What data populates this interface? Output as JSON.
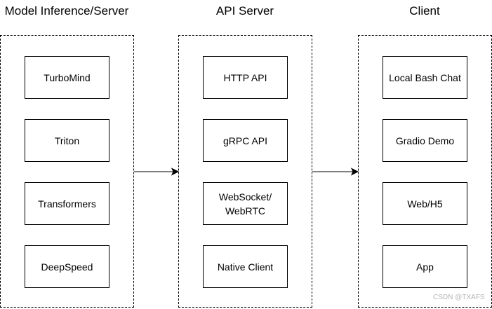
{
  "columns": [
    {
      "title": "Model Inference/Server",
      "items": [
        "TurboMind",
        "Triton",
        "Transformers",
        "DeepSpeed"
      ]
    },
    {
      "title": "API Server",
      "items": [
        "HTTP API",
        "gRPC API",
        "WebSocket/\nWebRTC",
        "Native Client"
      ]
    },
    {
      "title": "Client",
      "items": [
        "Local Bash Chat",
        "Gradio Demo",
        "Web/H5",
        "App"
      ]
    }
  ],
  "connectors": [
    {
      "from": "Model Inference/Server",
      "to": "API Server"
    },
    {
      "from": "API Server",
      "to": "Client"
    }
  ],
  "watermark": "CSDN @TXAFS"
}
